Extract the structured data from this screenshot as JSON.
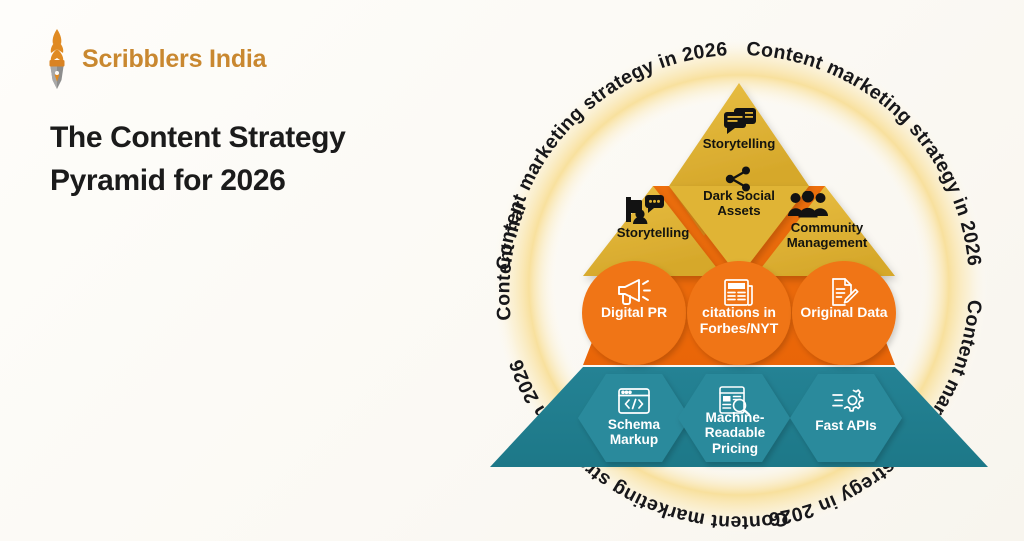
{
  "brand": {
    "logo_icon": "quill-pen-nib-icon",
    "name": "Scribblers India",
    "color": "#c98830"
  },
  "header": {
    "title": "The Content Strategy Pyramid for 2026"
  },
  "ring": {
    "segments": [
      {
        "position": "top-left",
        "text": "Content marketing strategy in 2026"
      },
      {
        "position": "top-right",
        "text": "Content marketing strategy in 2026"
      },
      {
        "position": "right",
        "text": "Content marketing stregy in 2026"
      },
      {
        "position": "bottom",
        "text": "Content marketing strategy in 2026"
      },
      {
        "position": "left",
        "text": "Content marketing strategy in 2026"
      }
    ],
    "glow_color": "#f5d470"
  },
  "pyramid": {
    "tiers": [
      {
        "id": "top",
        "color": "#dfb133",
        "shape": "triangle",
        "items": [
          {
            "label": "Storytelling",
            "icon": "speech-bubbles-icon",
            "slot": "apex"
          },
          {
            "label": "Storytelling",
            "icon": "presenter-speech-icon",
            "slot": "left"
          },
          {
            "label": "Dark Social Assets",
            "icon": "share-nodes-icon",
            "slot": "center-inverted"
          },
          {
            "label": "Community Management",
            "icon": "people-group-icon",
            "slot": "right"
          }
        ]
      },
      {
        "id": "middle",
        "color": "#ec6b0a",
        "shape": "circle",
        "items": [
          {
            "label": "Digital PR",
            "icon": "megaphone-icon"
          },
          {
            "label": "citations in Forbes/NYT",
            "icon": "newspaper-icon"
          },
          {
            "label": "Original Data",
            "icon": "document-pen-icon"
          }
        ]
      },
      {
        "id": "bottom",
        "color": "#207e90",
        "shape": "hexagon",
        "items": [
          {
            "label": "Schema Markup",
            "icon": "code-window-icon"
          },
          {
            "label": "Machine-Readable Pricing",
            "icon": "document-search-icon"
          },
          {
            "label": "Fast APIs",
            "icon": "fast-gear-icon"
          }
        ]
      }
    ]
  }
}
